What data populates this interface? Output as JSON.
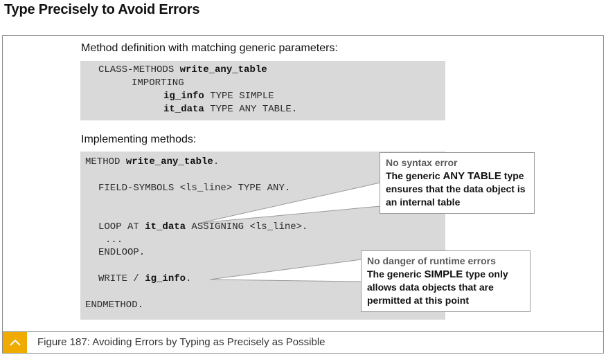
{
  "title": "Type Precisely to Avoid Errors",
  "definition": {
    "heading": "Method definition with matching generic parameters:",
    "lines": [
      [
        "CLASS-METHODS ",
        "write_any_table",
        ""
      ],
      [
        "IMPORTING",
        "",
        ""
      ],
      [
        "",
        "ig_info",
        " TYPE SIMPLE"
      ],
      [
        "",
        "it_data",
        " TYPE ANY TABLE."
      ]
    ]
  },
  "implementation": {
    "heading": "Implementing methods:",
    "lines": [
      [
        "METHOD ",
        "write_any_table",
        "."
      ],
      [
        "FIELD-SYMBOLS <ls_line> TYPE ANY.",
        "",
        ""
      ],
      [
        "LOOP AT ",
        "it_data",
        " ASSIGNING <ls_line>."
      ],
      [
        "...",
        "",
        ""
      ],
      [
        "ENDLOOP.",
        "",
        ""
      ],
      [
        "WRITE / ",
        "ig_info",
        "."
      ],
      [
        "ENDMETHOD.",
        "",
        ""
      ]
    ]
  },
  "callouts": [
    {
      "heading": "No syntax error",
      "pre": "The generic ",
      "emph": "ANY TABLE",
      "post": " type ensures that the data object is an internal table"
    },
    {
      "heading": "No danger of runtime errors",
      "pre": "The generic ",
      "emph": "SIMPLE",
      "post": " type only allows data objects that are permitted at this point"
    }
  ],
  "caption": "Figure 187: Avoiding Errors by Typing as Precisely as Possible",
  "colors": {
    "accent": "#f0ab00",
    "code_bg": "#d9d9d9"
  }
}
